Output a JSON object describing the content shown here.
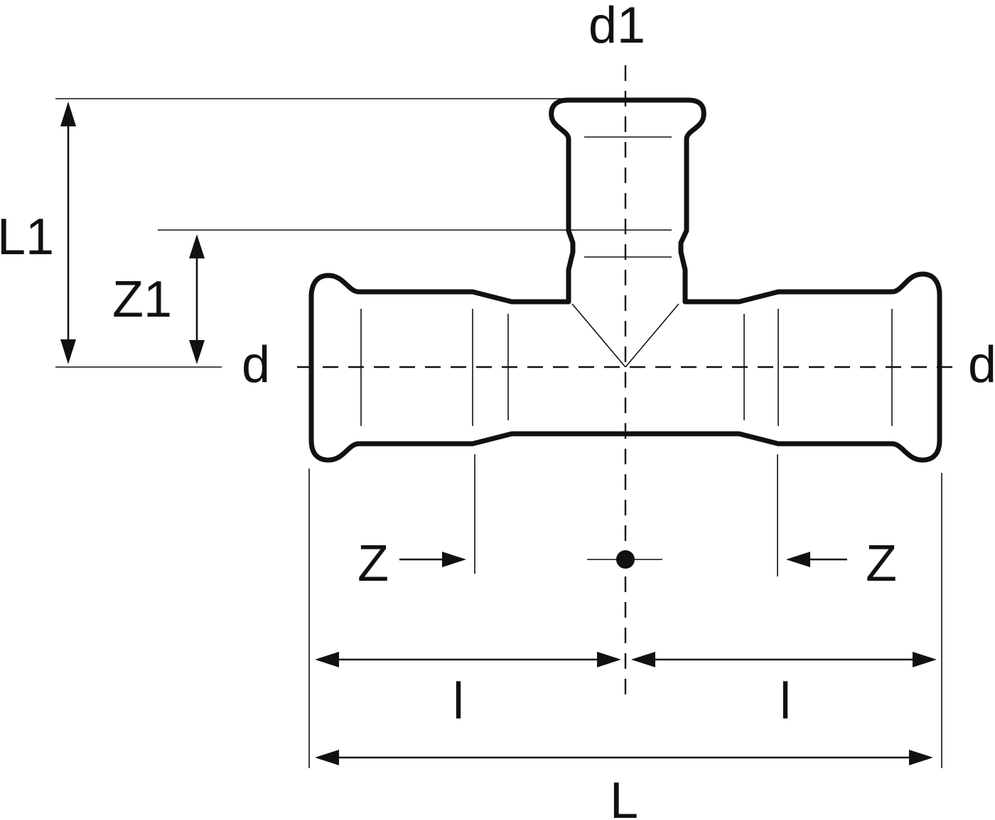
{
  "labels": {
    "d1": "d1",
    "L1": "L1",
    "Z1": "Z1",
    "d_left": "d",
    "d_right": "d",
    "Z_left": "Z",
    "Z_right": "Z",
    "l_left": "l",
    "l_right": "l",
    "L": "L"
  }
}
